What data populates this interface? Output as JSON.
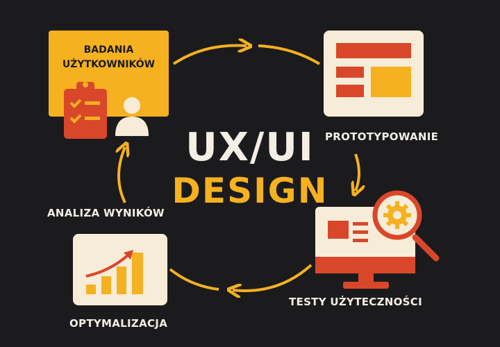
{
  "title": {
    "line1": "UX/UI",
    "line2": "DESIGN"
  },
  "steps": [
    {
      "id": "research",
      "label_lines": [
        "BADANIA",
        "UŻYTKOWNIKÓW"
      ],
      "icon": "clipboard-user-icon"
    },
    {
      "id": "prototype",
      "label": "PROTOTYPOWANIE",
      "icon": "wireframe-layout-icon"
    },
    {
      "id": "testing",
      "label": "TESTY UŻYTECZNOŚCI",
      "icon": "monitor-magnifier-gear-icon"
    },
    {
      "id": "optimize",
      "label": "OPTYMALIZACJA",
      "icon": "growth-bar-chart-icon"
    },
    {
      "id": "analysis",
      "label": "ANALIZA WYNIKÓW",
      "icon": "cycle-arrow-icon"
    }
  ],
  "colors": {
    "background": "#1b1b1d",
    "accent_yellow": "#f5b120",
    "accent_red": "#d9472b",
    "cream": "#f7ecd8",
    "text_light": "#f3eee6"
  }
}
